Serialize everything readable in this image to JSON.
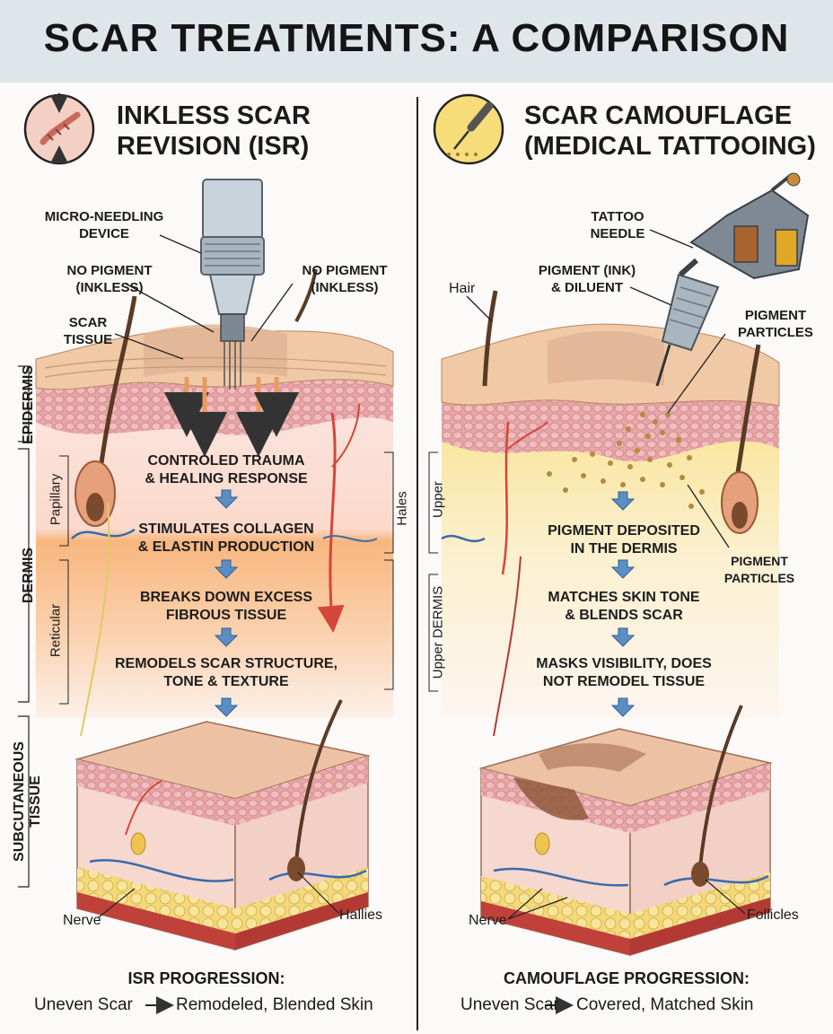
{
  "title": "SCAR TREATMENTS: A COMPARISON",
  "left": {
    "title_line1": "INKLESS SCAR",
    "title_line2": "REVISION (ISR)",
    "labels": {
      "device_l1": "MICRO-NEEDLING",
      "device_l2": "DEVICE",
      "nopig_left_l1": "NO PIGMENT",
      "nopig_left_l2": "(INKLESS)",
      "nopig_right_l1": "NO PIGMENT",
      "nopig_right_l2": "(INKLESS)",
      "scar_l1": "SCAR",
      "scar_l2": "TISSUE",
      "nerve": "Nerve",
      "hallies": "Hallies"
    },
    "layers": {
      "epidermis": "EPIDERMIS",
      "dermis": "DERMIS",
      "subcutaneous_l1": "SUBCUTANEOUS",
      "subcutaneous_l2": "TISSUE",
      "papillary": "Papillary",
      "reticular": "Reticular",
      "hales": "Hales"
    },
    "steps": [
      {
        "l1": "CONTROLED TRAUMA",
        "l2": "& HEALING RESPONSE"
      },
      {
        "l1": "STIMULATES COLLAGEN",
        "l2": "& ELASTIN PRODUCTION"
      },
      {
        "l1": "BREAKS DOWN EXCESS",
        "l2": "FIBROUS TISSUE"
      },
      {
        "l1": "REMODELS SCAR STRUCTURE,",
        "l2": "TONE & TEXTURE"
      }
    ],
    "progression_heading": "ISR PROGRESSION:",
    "progression_from": "Uneven Scar",
    "progression_to": "Remodeled, Blended Skin"
  },
  "right": {
    "title_line1": "SCAR CAMOUFLAGE",
    "title_line2": "(MEDICAL TATTOOING)",
    "labels": {
      "needle_l1": "TATTOO",
      "needle_l2": "NEEDLE",
      "ink_l1": "PIGMENT (INK)",
      "ink_l2": "& DILUENT",
      "hair": "Hair",
      "particles_top_l1": "PIGMENT",
      "particles_top_l2": "PARTICLES",
      "particles_mid_l1": "PIGMENT",
      "particles_mid_l2": "PARTICLES",
      "nerve": "Nerve",
      "follicles": "Follicles"
    },
    "layers": {
      "upper": "Upper",
      "upper_dermis": "Upper DERMIS"
    },
    "steps": [
      {
        "l1": "PIGMENT DEPOSITED",
        "l2": "IN THE DERMIS"
      },
      {
        "l1": "MATCHES SKIN TONE",
        "l2": "& BLENDS SCAR"
      },
      {
        "l1": "MASKS VISIBILITY, DOES",
        "l2": "NOT REMODEL TISSUE"
      }
    ],
    "progression_heading": "CAMOUFLAGE PROGRESSION:",
    "progression_from": "Uneven Scar",
    "progression_to": "Covered, Matched Skin"
  },
  "colors": {
    "header_bg": "#dfe6ea",
    "epidermis": "#e9a5a8",
    "scar": "#e0b596",
    "reticular_orange": "#f6b77a",
    "fat_yellow": "#f2d16a",
    "step_arrow": "#5b8fc4",
    "ink_dots": "#b58a3e"
  },
  "icons": [
    "scar-icon",
    "tattoo-needle-icon",
    "micro-needling-device",
    "tattoo-machine"
  ]
}
